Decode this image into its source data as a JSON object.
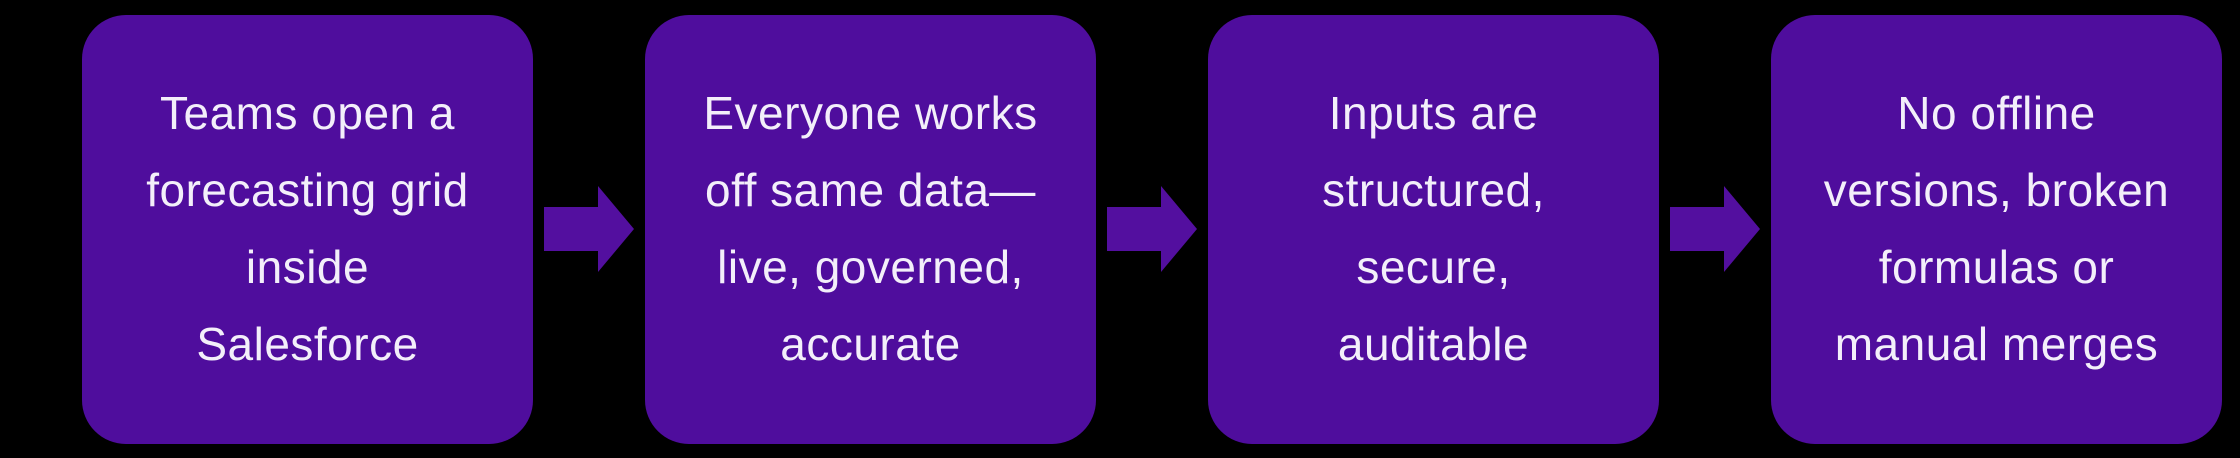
{
  "diagram": {
    "background_color": "#000000",
    "box_color": "#4F0D9D",
    "arrow_color": "#530F9F",
    "text_color": "#F3EFFA",
    "arrow_icon": "right-arrow",
    "steps": [
      {
        "text": "Teams open a\nforecasting grid\ninside\nSalesforce"
      },
      {
        "text": "Everyone works\noff same data—\nlive, governed,\naccurate"
      },
      {
        "text": "Inputs are\nstructured,\nsecure,\nauditable"
      },
      {
        "text": "No offline\nversions, broken\nformulas or\nmanual merges"
      }
    ]
  }
}
